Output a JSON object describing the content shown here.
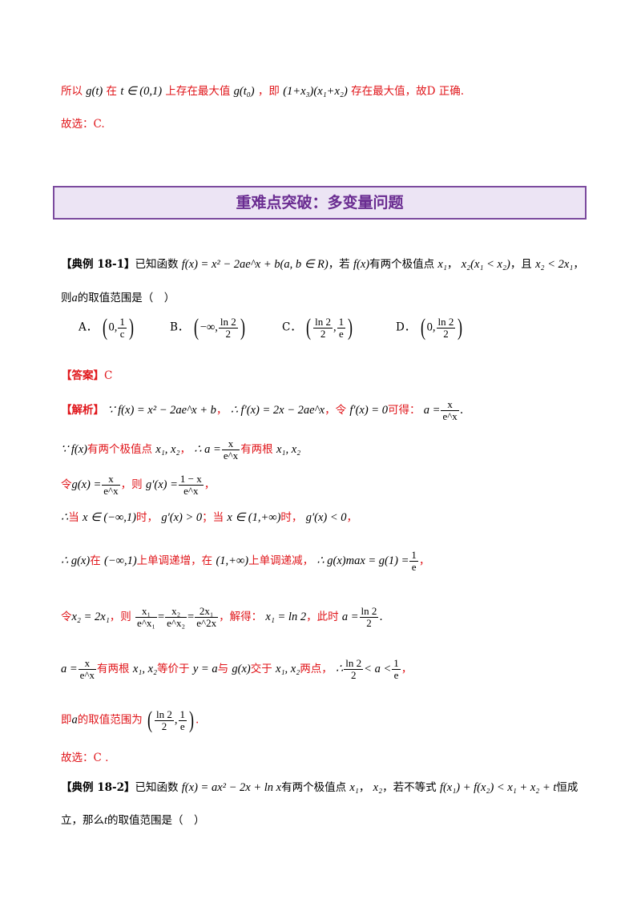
{
  "top": {
    "line1": {
      "p1": "所以",
      "m1": "g(t)",
      "p2": "在",
      "m2": "t ∈ (0,1)",
      "p3": "上存在最大值",
      "m3": "g(t₀)",
      "p4": "，即",
      "m4": "(1+x₃)(x₁+x₂)",
      "p5": "存在最大值，故D 正确."
    },
    "line2": "故选：C."
  },
  "section": {
    "title": "重难点突破：多变量问题"
  },
  "ex181": {
    "tag": "【典例 18-1】",
    "t1": "已知函数",
    "m1": "f(x) = x² − 2ae^x + b(a, b ∈ R)",
    "t2": "，若",
    "m2": "f(x)",
    "t3": "有两个极值点",
    "m3": "x₁",
    "t4": "，",
    "m4": "x₂(x₁ < x₂)",
    "t5": "，且",
    "m5": "x₂ < 2x₁",
    "t6": "，",
    "q2a": "则",
    "q2m": "a",
    "q2b": "的取值范围是（　）",
    "options": [
      {
        "label": "A．",
        "left": "0,",
        "num": "1",
        "den": "c"
      },
      {
        "label": "B．",
        "left": "−∞,",
        "num": "ln 2",
        "den": "2"
      },
      {
        "label": "C．",
        "left": "",
        "num": "ln 2",
        "den": "2"
      },
      {
        "label": "D．",
        "left": "0,",
        "num": "ln 2",
        "den": "2"
      }
    ],
    "optC2": {
      "num": "1",
      "den": "e"
    },
    "answer_tag": "【答案】",
    "answer": "C",
    "analysis_tag": "【解析】",
    "s1": {
      "m1": "∵ f(x) = x² − 2ae^x + b",
      "t1": "，",
      "m2": "∴ f′(x) = 2x − 2ae^x",
      "t2": "，令",
      "m3": "f′(x) = 0",
      "t3": "可得：",
      "m4": "a =",
      "fn": "x",
      "fd": "e^x",
      "t4": "."
    },
    "s2": {
      "m1": "∵ f(x)",
      "t1": "有两个极值点",
      "m2": "x₁, x₂",
      "t2": "，",
      "m3": "∴ a =",
      "fn": "x",
      "fd": "e^x",
      "t3": "有两根",
      "m4": "x₁, x₂"
    },
    "s3": {
      "t1": "令",
      "m1": "g(x) =",
      "fn": "x",
      "fd": "e^x",
      "t2": "，则",
      "m2": "g′(x) =",
      "gn": "1 − x",
      "gd": "e^x",
      "t3": "，"
    },
    "s4": {
      "m0": "∴",
      "t1": "当",
      "m1": "x ∈ (−∞,1)",
      "t2": "时，",
      "m2": "g′(x) > 0",
      "t3": "；当",
      "m3": "x ∈ (1,+∞)",
      "t4": "时，",
      "m4": "g′(x) < 0",
      "t5": "，"
    },
    "s5": {
      "m1": "∴ g(x)",
      "t1": "在",
      "m2": "(−∞,1)",
      "t2": "上单调递增，在",
      "m3": "(1,+∞)",
      "t3": "上单调递减，",
      "m4": "∴ g(x)max = g(1) =",
      "fn": "1",
      "fd": "e",
      "t4": "，"
    },
    "s6": {
      "t1": "令",
      "m1": "x₂ = 2x₁",
      "t2": "，则",
      "f1n": "x₁",
      "f1d": "e^x₁",
      "f2n": "x₂",
      "f2d": "e^x₂",
      "f3n": "2x₁",
      "f3d": "e^2x",
      "t3": "，解得：",
      "m2": "x₁ = ln 2",
      "t4": "，此时",
      "m3": "a =",
      "fn": "ln 2",
      "fd": "2",
      "t5": "."
    },
    "s7": {
      "m1": "a =",
      "fn": "x",
      "fd": "e^x",
      "t1": "有两根",
      "m2": "x₁, x₂",
      "t2": "等价于",
      "m3": "y = a",
      "t3": "与",
      "m4": "g(x)",
      "t4": "交于",
      "m5": "x₁, x₂",
      "t5": "两点，",
      "m6": "∴",
      "f1n": "ln 2",
      "f1d": "2",
      "m7": "< a <",
      "f2n": "1",
      "f2d": "e",
      "t6": "，"
    },
    "s8": {
      "t1": "即",
      "m1": "a",
      "t2": "的取值范围为",
      "f1n": "ln 2",
      "f1d": "2",
      "f2n": "1",
      "f2d": "e",
      "t3": "."
    },
    "s9": "故选：C ."
  },
  "ex182": {
    "tag": "【典例 18-2】",
    "t1": "已知函数",
    "m1": "f(x) = ax² − 2x + ln x",
    "t2": "有两个极值点",
    "m2": "x₁",
    "t3": "，",
    "m3": "x₂",
    "t4": "，若不等式",
    "m4": "f(x₁) + f(x₂) < x₁ + x₂ + t",
    "t5": "恒成",
    "l2a": "立，那么",
    "l2m": "t",
    "l2b": "的取值范围是（　）"
  }
}
